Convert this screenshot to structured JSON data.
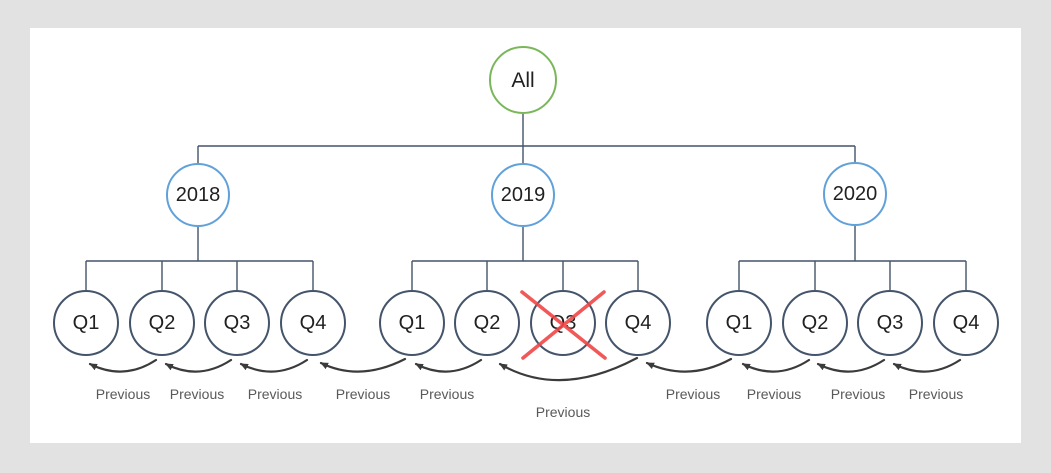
{
  "tree": {
    "root": {
      "label": "All",
      "border_color": "#7ab75a"
    },
    "years": [
      {
        "label": "2018",
        "border_color": "#61a1da",
        "quarters": [
          {
            "label": "Q1"
          },
          {
            "label": "Q2"
          },
          {
            "label": "Q3"
          },
          {
            "label": "Q4"
          }
        ]
      },
      {
        "label": "2019",
        "border_color": "#61a1da",
        "quarters": [
          {
            "label": "Q1"
          },
          {
            "label": "Q2"
          },
          {
            "label": "Q3",
            "crossed_out": true
          },
          {
            "label": "Q4"
          }
        ]
      },
      {
        "label": "2020",
        "border_color": "#61a1da",
        "quarters": [
          {
            "label": "Q1"
          },
          {
            "label": "Q2"
          },
          {
            "label": "Q3"
          },
          {
            "label": "Q4"
          }
        ]
      }
    ],
    "quarter_border_color": "#44546a",
    "connector_color": "#44546a"
  },
  "annotations": {
    "crossed_out_node": "2019 Q3",
    "cross_color": "#f04646",
    "arrow_color": "#3b3b3b",
    "label_color": "#595959",
    "previous_arrows": [
      {
        "from": "2018 Q2",
        "to": "2018 Q1",
        "label": "Previous"
      },
      {
        "from": "2018 Q3",
        "to": "2018 Q2",
        "label": "Previous"
      },
      {
        "from": "2018 Q4",
        "to": "2018 Q3",
        "label": "Previous"
      },
      {
        "from": "2019 Q1",
        "to": "2018 Q4",
        "label": "Previous"
      },
      {
        "from": "2019 Q2",
        "to": "2019 Q1",
        "label": "Previous"
      },
      {
        "from": "2019 Q4",
        "to": "2019 Q2",
        "label": "Previous"
      },
      {
        "from": "2020 Q1",
        "to": "2019 Q4",
        "label": "Previous"
      },
      {
        "from": "2020 Q2",
        "to": "2020 Q1",
        "label": "Previous"
      },
      {
        "from": "2020 Q3",
        "to": "2020 Q2",
        "label": "Previous"
      },
      {
        "from": "2020 Q4",
        "to": "2020 Q3",
        "label": "Previous"
      }
    ]
  }
}
